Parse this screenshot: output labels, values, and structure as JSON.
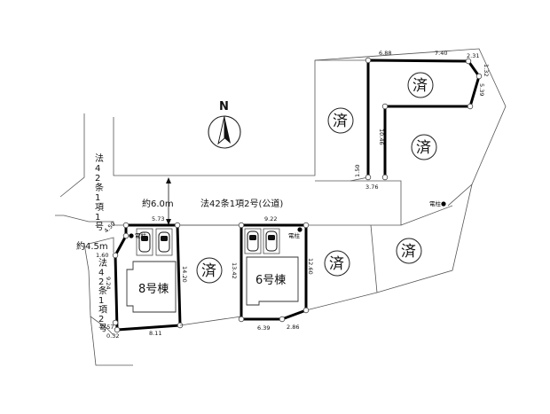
{
  "compass": {
    "north_label": "N"
  },
  "roads": {
    "main_road_width": "約6.0m",
    "main_road_name": "法42条1項2号(公道)",
    "left_road_vertical_text": "法42条1項1号",
    "left_lower_road_vertical_text": "法42条1項2号",
    "left_lower_road_width": "約4.5m"
  },
  "lots": {
    "sold_marker": "済",
    "building_8_label": "8号棟",
    "building_6_label": "6号棟"
  },
  "utility_pole_label": "電柱",
  "dimensions": {
    "top_688": "6.88",
    "top_740": "7.40",
    "top_231": "2.31",
    "top_132": "1.32",
    "top_539": "5.39",
    "mid_1046": "10.46",
    "mid_150": "1.50",
    "mid_376": "3.76",
    "lot8_573": "5.73",
    "lot8_450": "4.50",
    "lot8_160": "1.60",
    "lot8_924": "9.24",
    "lot8_057": "0.57",
    "lot8_032": "0.32",
    "lot8_811": "8.11",
    "lot8_1420": "14.20",
    "lot6_922": "9.22",
    "lot6_1342": "13.42",
    "lot6_1260": "12.60",
    "lot6_639": "6.39",
    "lot6_286": "2.86"
  }
}
